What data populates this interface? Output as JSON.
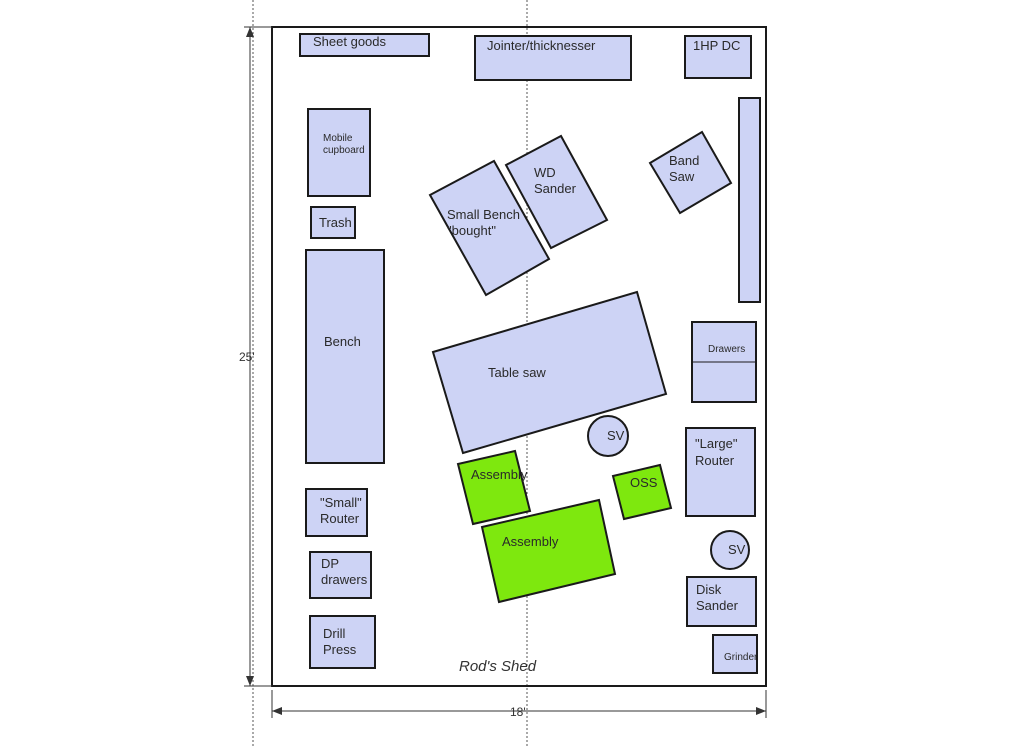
{
  "title": "Rod's Shed",
  "dimensions": {
    "width": "18'",
    "depth": "25'"
  },
  "colors": {
    "equipment": "#cdd3f5",
    "assembly_area": "#7ee80e",
    "outline": "#1a1a1a"
  },
  "items": {
    "sheet_goods": "Sheet goods",
    "jointer": "Jointer/thicknesser",
    "dust_collector": "1HP DC",
    "mobile_cupboard": [
      "Mobile",
      "cupboard"
    ],
    "trash": "Trash",
    "bench": "Bench",
    "small_bench": [
      "Small Bench",
      "\"bought\""
    ],
    "wd_sander": [
      "WD",
      "Sander"
    ],
    "band_saw": [
      "Band",
      "Saw"
    ],
    "drawers": "Drawers",
    "table_saw": "Table saw",
    "sv_upper": "SV",
    "assembly_small": "Assembly",
    "oss": "OSS",
    "large_router": [
      "\"Large\"",
      "Router"
    ],
    "small_router": [
      "\"Small\"",
      "Router"
    ],
    "assembly_large": "Assembly",
    "sv_lower": "SV",
    "dp_drawers": [
      "DP",
      "drawers"
    ],
    "disk_sander": [
      "Disk",
      "Sander"
    ],
    "drill_press": [
      "Drill",
      "Press"
    ],
    "grinder": "Grinder"
  }
}
